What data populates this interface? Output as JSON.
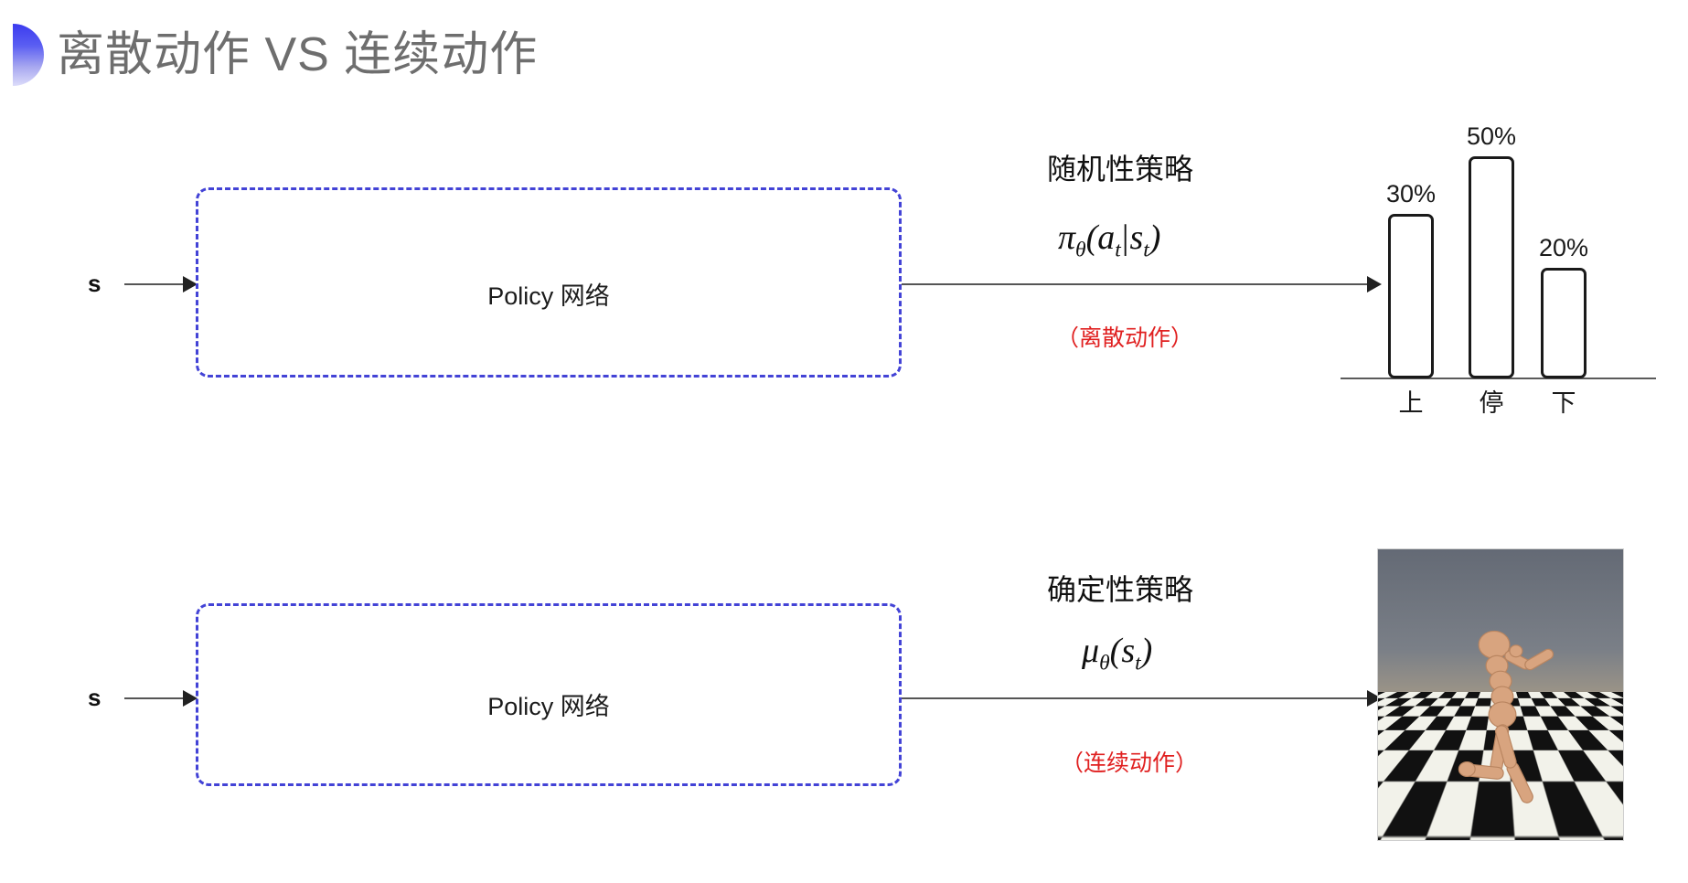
{
  "slide": {
    "title": "离散动作 VS 连续动作",
    "title_color": "#6e6e6e",
    "bullet_color_top": "#3b3bef",
    "bullet_color_bottom": "#dcdcfa",
    "background": "#ffffff"
  },
  "rows": [
    {
      "id": "discrete",
      "input_label": "s",
      "box_label": "Policy 网络",
      "box_border_color": "#4343d6",
      "policy_kind": "随机性策略",
      "formula_main": "π",
      "formula_sub": "θ",
      "formula_args_open": "(",
      "formula_a": "a",
      "formula_a_sub": "t",
      "formula_pipe": "|",
      "formula_s": "s",
      "formula_s_sub": "t",
      "formula_args_close": ")",
      "action_tag": "（离散动作）",
      "action_tag_color": "#e02020"
    },
    {
      "id": "continuous",
      "input_label": "s",
      "box_label": "Policy 网络",
      "box_border_color": "#4343d6",
      "policy_kind": "确定性策略",
      "formula_main": "μ",
      "formula_sub": "θ",
      "formula_args_open": "(",
      "formula_s": "s",
      "formula_s_sub": "t",
      "formula_args_close": ")",
      "action_tag": "（连续动作）",
      "action_tag_color": "#e02020"
    }
  ],
  "chart_data": {
    "type": "bar",
    "title": "",
    "xlabel": "",
    "ylabel": "",
    "categories": [
      "上",
      "停",
      "下"
    ],
    "values": [
      30,
      50,
      20
    ],
    "value_labels": [
      "30%",
      "50%",
      "20%"
    ],
    "ylim": [
      0,
      58
    ],
    "grid": false,
    "legend": "none",
    "bar_fill": "#ffffff",
    "bar_stroke": "#1a1a1a",
    "axis_color": "#5b5b5b"
  },
  "simulation": {
    "caption": "",
    "alt_name": "humanoid-robot-simulation",
    "sky_color": "#6b7079",
    "floor_light": "#f2f2ea",
    "floor_dark": "#111111",
    "body_color": "#d8a47f"
  }
}
